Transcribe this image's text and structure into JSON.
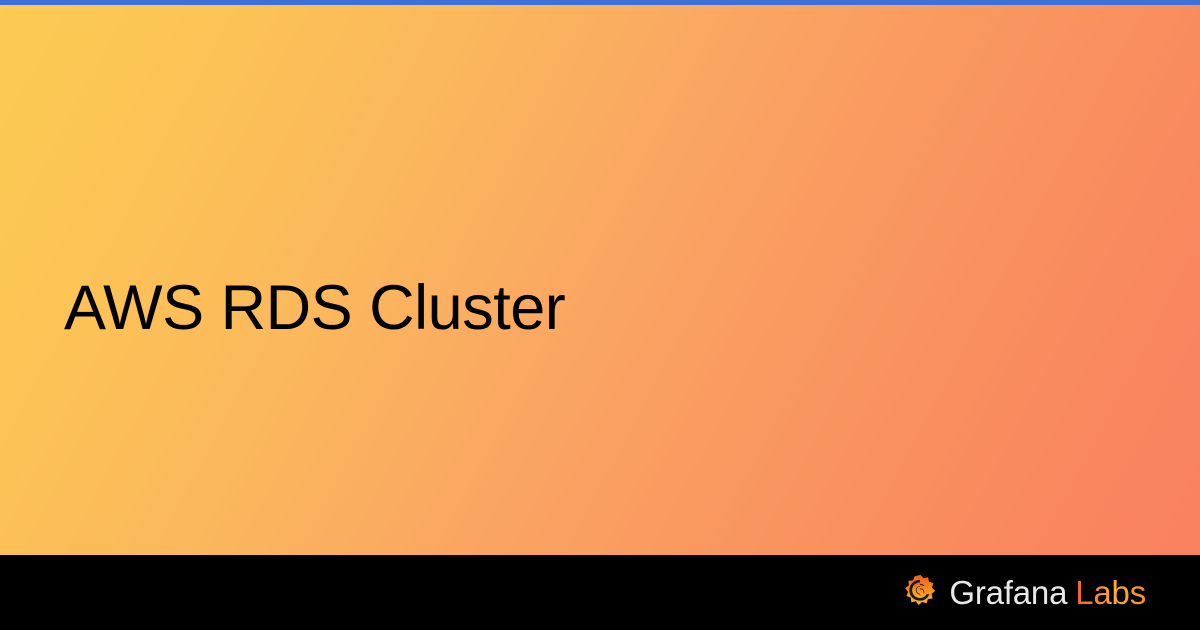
{
  "card": {
    "title": "AWS RDS Cluster",
    "accent_bar_color": "#3D71D9",
    "gradient_start_color": "#FCCB53",
    "gradient_end_color": "#F98260",
    "title_color": "#000000",
    "footer_background_color": "#000000"
  },
  "branding": {
    "logo_icon": "grafana-spiral-logo",
    "name_primary": "Grafana",
    "name_secondary": "Labs",
    "primary_color": "#E8E8E8",
    "secondary_color": "#F7931E",
    "logo_gradient_start": "#F05A28",
    "logo_gradient_end": "#FBAD37"
  }
}
